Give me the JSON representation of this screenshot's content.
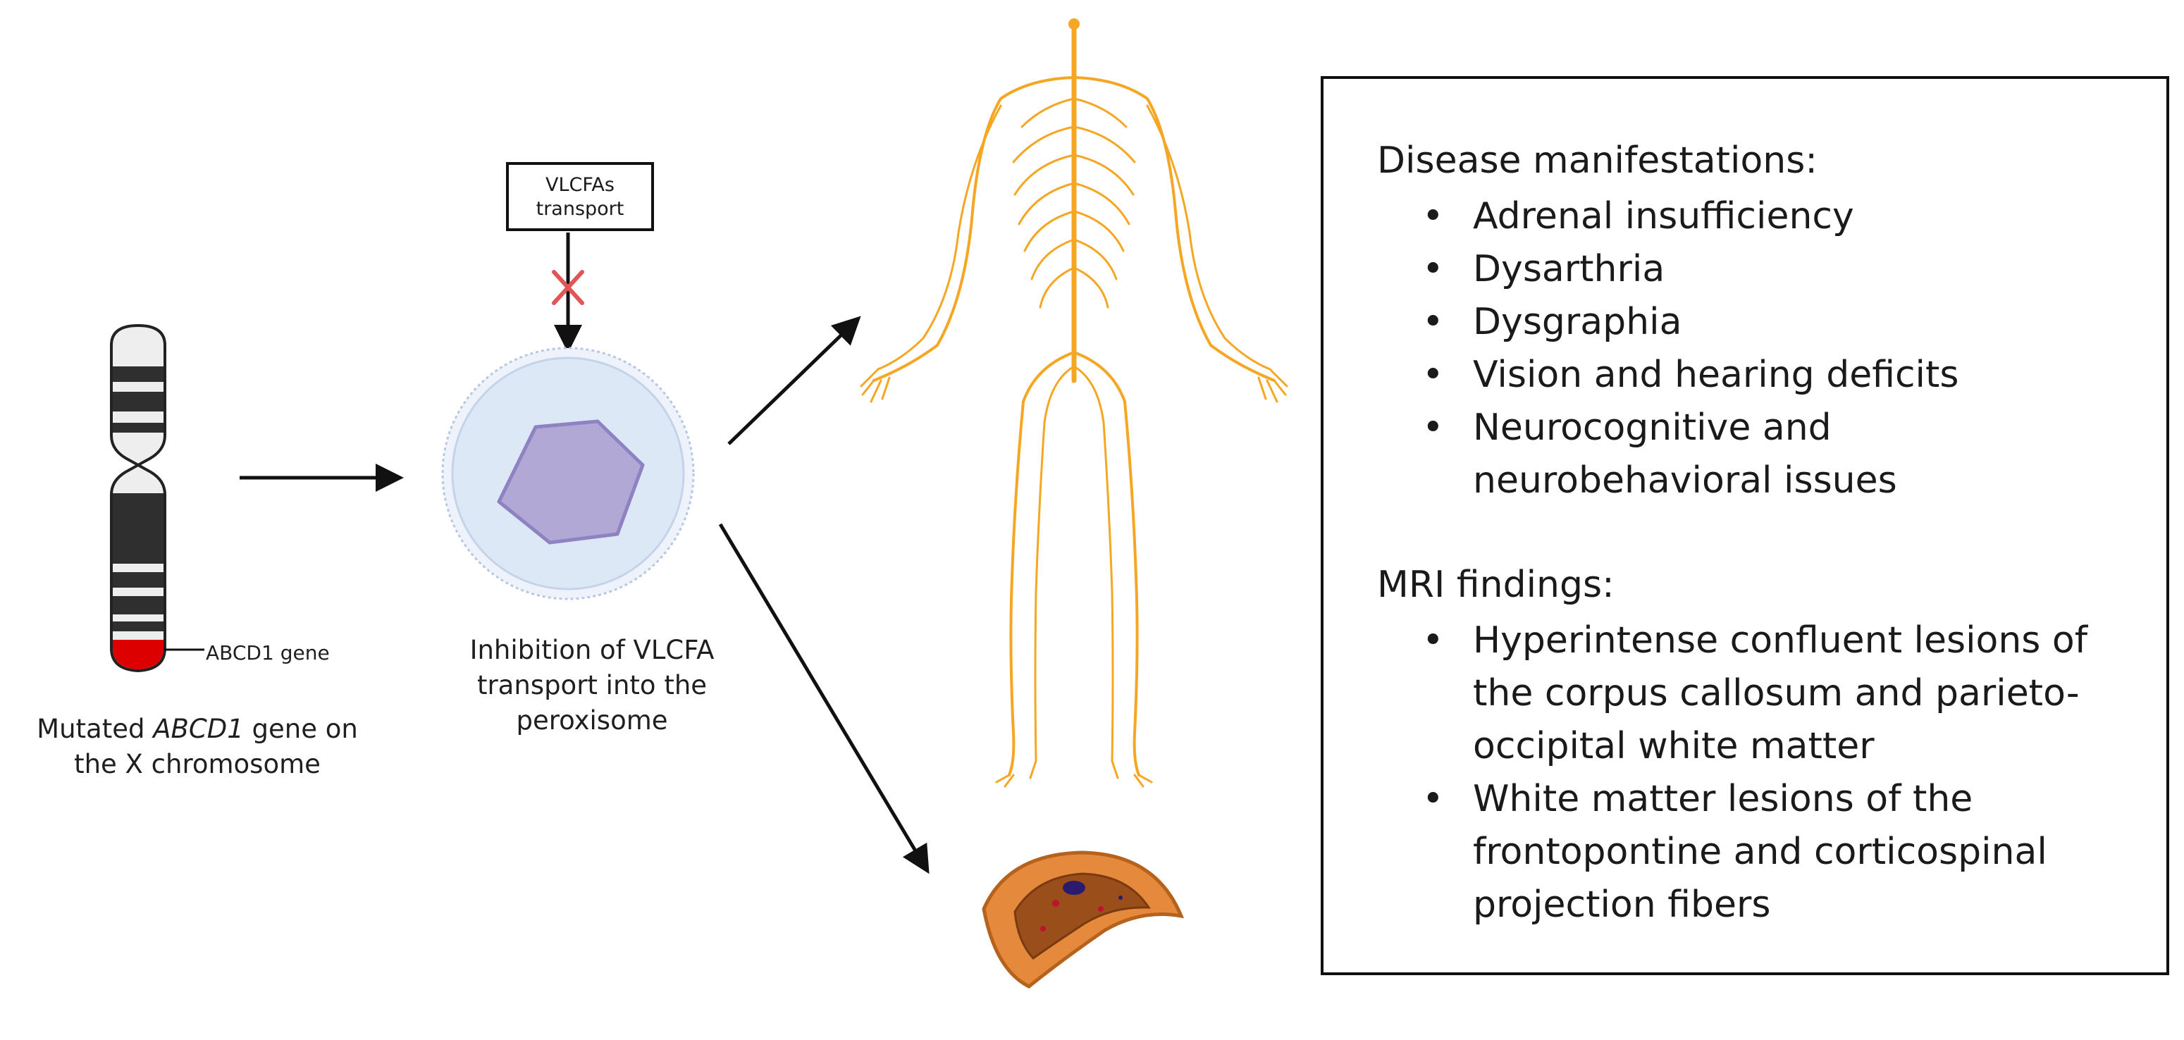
{
  "chromosome": {
    "gene_label": "ABCD1 gene",
    "caption_prefix": "Mutated ",
    "caption_gene": "ABCD1",
    "caption_suffix_line1": " gene on",
    "caption_line2": "the X chromosome"
  },
  "transport_box": {
    "line1": "VLCFAs",
    "line2": "transport"
  },
  "peroxisome": {
    "caption_line1": "Inhibition of VLCFA",
    "caption_line2": "transport into the",
    "caption_line3": "peroxisome"
  },
  "panel": {
    "manifestations_title": "Disease manifestations:",
    "manifestations": [
      "Adrenal insufficiency",
      "Dysarthria",
      "Dysgraphia",
      "Vision and hearing deficits",
      "Neurocognitive and neurobehavioral issues"
    ],
    "mri_title": "MRI findings:",
    "mri_findings": [
      "Hyperintense confluent lesions of the corpus callosum and parieto-occipital white matter",
      "White matter lesions of the frontopontine and corticospinal projection fibers"
    ]
  },
  "colors": {
    "nerve": "#f5a623",
    "chromosome_dark": "#333333",
    "chromosome_light": "#eeeeee",
    "mutation": "#dd0000",
    "inhibition_x": "#e05555",
    "peroxisome_fill": "#dde8f6",
    "nucleus_fill": "#b1a8d6",
    "adrenal": "#e58a3c"
  },
  "icons": [
    "chromosome-icon",
    "peroxisome-icon",
    "nervous-system-icon",
    "adrenal-gland-icon",
    "inhibition-x-icon"
  ]
}
